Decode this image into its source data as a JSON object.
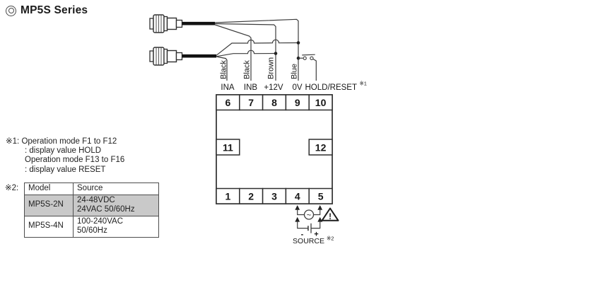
{
  "header": {
    "title": "MP5S Series"
  },
  "notes": {
    "n1": {
      "ref": "※1:",
      "lines": [
        "Operation mode F1 to F12",
        ": display value HOLD",
        "Operation mode F13 to F16",
        ": display value RESET"
      ]
    },
    "n2": {
      "ref": "※2:"
    }
  },
  "table": {
    "headers": [
      "Model",
      "Source"
    ],
    "rows": [
      {
        "model": "MP5S-2N",
        "source_lines": [
          "24-48VDC",
          "24VAC 50/60Hz"
        ],
        "highlighted": true
      },
      {
        "model": "MP5S-4N",
        "source_lines": [
          "100-240VAC",
          "50/60Hz"
        ],
        "highlighted": false
      }
    ]
  },
  "diagram": {
    "terminals": {
      "top": [
        "6",
        "7",
        "8",
        "9",
        "10"
      ],
      "middle": [
        "11",
        "12"
      ],
      "bottom": [
        "1",
        "2",
        "3",
        "4",
        "5"
      ]
    },
    "signals": [
      "INA",
      "INB",
      "+12V",
      "0V"
    ],
    "hold_reset": {
      "label": "HOLD/RESET",
      "ref": "※1"
    },
    "wire_colors": [
      "Black",
      "Black",
      "Brown",
      "Blue"
    ],
    "source": {
      "label": "SOURCE",
      "ref": "※2",
      "minus": "-",
      "plus": "+",
      "ac": "~",
      "warning": "!"
    }
  },
  "colors": {
    "line": "#3d3d3d",
    "highlight": "#c9c9c9",
    "cable": "#111111"
  }
}
